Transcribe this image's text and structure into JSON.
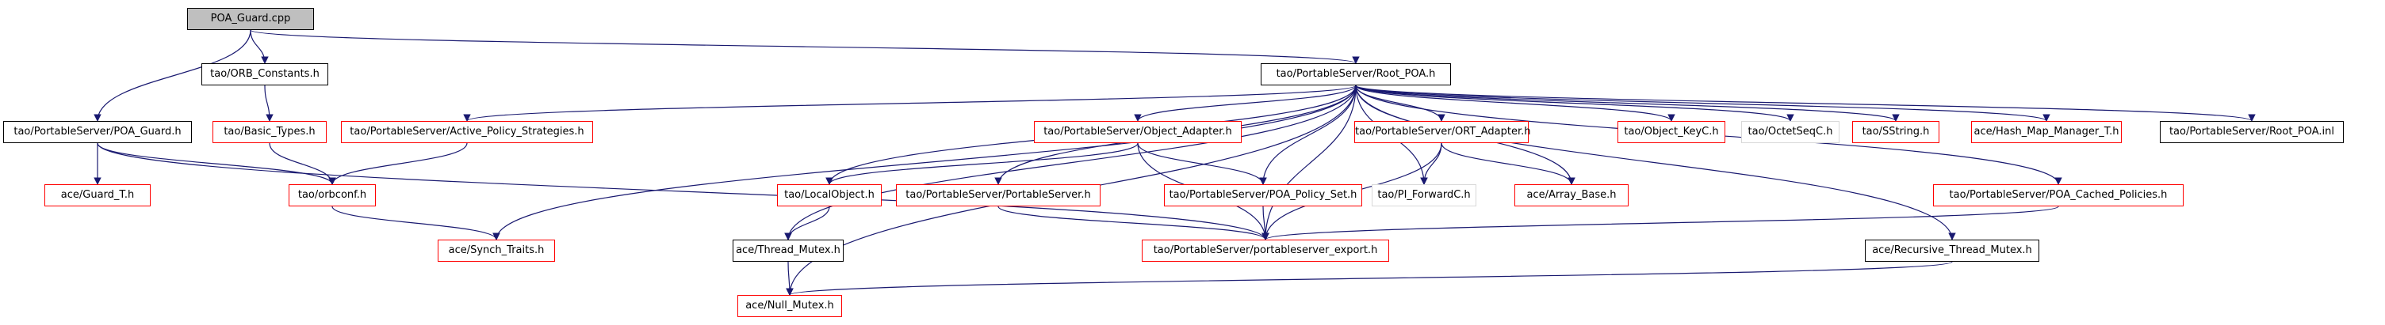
{
  "diagram": {
    "nodes": [
      {
        "id": "poa_guard_cpp",
        "label": "POA_Guard.cpp",
        "kind": "root"
      },
      {
        "id": "orb_constants",
        "label": "tao/ORB_Constants.h",
        "kind": "black"
      },
      {
        "id": "root_poa_h",
        "label": "tao/PortableServer/Root_POA.h",
        "kind": "black"
      },
      {
        "id": "poa_guard_h",
        "label": "tao/PortableServer/POA_Guard.h",
        "kind": "black"
      },
      {
        "id": "basic_types",
        "label": "tao/Basic_Types.h",
        "kind": "red"
      },
      {
        "id": "active_policy",
        "label": "tao/PortableServer/Active_Policy_Strategies.h",
        "kind": "red"
      },
      {
        "id": "object_adapter",
        "label": "tao/PortableServer/Object_Adapter.h",
        "kind": "red"
      },
      {
        "id": "ort_adapter",
        "label": "tao/PortableServer/ORT_Adapter.h",
        "kind": "red"
      },
      {
        "id": "object_keyc",
        "label": "tao/Object_KeyC.h",
        "kind": "red"
      },
      {
        "id": "octetseqc",
        "label": "tao/OctetSeqC.h",
        "kind": "none"
      },
      {
        "id": "sstring",
        "label": "tao/SString.h",
        "kind": "red"
      },
      {
        "id": "hash_map",
        "label": "ace/Hash_Map_Manager_T.h",
        "kind": "red"
      },
      {
        "id": "root_poa_inl",
        "label": "tao/PortableServer/Root_POA.inl",
        "kind": "black"
      },
      {
        "id": "guard_t",
        "label": "ace/Guard_T.h",
        "kind": "red"
      },
      {
        "id": "orbconf",
        "label": "tao/orbconf.h",
        "kind": "red"
      },
      {
        "id": "localobject",
        "label": "tao/LocalObject.h",
        "kind": "red"
      },
      {
        "id": "portableserver_h",
        "label": "tao/PortableServer/PortableServer.h",
        "kind": "red"
      },
      {
        "id": "poa_policy_set",
        "label": "tao/PortableServer/POA_Policy_Set.h",
        "kind": "red"
      },
      {
        "id": "pi_forwardc",
        "label": "tao/PI_ForwardC.h",
        "kind": "none"
      },
      {
        "id": "array_base",
        "label": "ace/Array_Base.h",
        "kind": "red"
      },
      {
        "id": "poa_cached_policies",
        "label": "tao/PortableServer/POA_Cached_Policies.h",
        "kind": "red"
      },
      {
        "id": "synch_traits",
        "label": "ace/Synch_Traits.h",
        "kind": "red"
      },
      {
        "id": "thread_mutex",
        "label": "ace/Thread_Mutex.h",
        "kind": "black"
      },
      {
        "id": "ps_export",
        "label": "tao/PortableServer/portableserver_export.h",
        "kind": "red"
      },
      {
        "id": "recursive_thread_mutex",
        "label": "ace/Recursive_Thread_Mutex.h",
        "kind": "black"
      },
      {
        "id": "null_mutex",
        "label": "ace/Null_Mutex.h",
        "kind": "red"
      }
    ],
    "edges": [
      [
        "poa_guard_cpp",
        "orb_constants"
      ],
      [
        "poa_guard_cpp",
        "root_poa_h"
      ],
      [
        "poa_guard_cpp",
        "poa_guard_h"
      ],
      [
        "orb_constants",
        "basic_types"
      ],
      [
        "basic_types",
        "orbconf"
      ],
      [
        "poa_guard_h",
        "guard_t"
      ],
      [
        "poa_guard_h",
        "orbconf"
      ],
      [
        "poa_guard_h",
        "ps_export"
      ],
      [
        "orbconf",
        "synch_traits"
      ],
      [
        "root_poa_h",
        "active_policy"
      ],
      [
        "root_poa_h",
        "synch_traits"
      ],
      [
        "root_poa_h",
        "null_mutex"
      ],
      [
        "root_poa_h",
        "thread_mutex"
      ],
      [
        "root_poa_h",
        "localobject"
      ],
      [
        "root_poa_h",
        "portableserver_h"
      ],
      [
        "root_poa_h",
        "object_adapter"
      ],
      [
        "root_poa_h",
        "poa_policy_set"
      ],
      [
        "root_poa_h",
        "pi_forwardc"
      ],
      [
        "root_poa_h",
        "ort_adapter"
      ],
      [
        "root_poa_h",
        "array_base"
      ],
      [
        "root_poa_h",
        "ps_export"
      ],
      [
        "root_poa_h",
        "object_keyc"
      ],
      [
        "root_poa_h",
        "octetseqc"
      ],
      [
        "root_poa_h",
        "sstring"
      ],
      [
        "root_poa_h",
        "hash_map"
      ],
      [
        "root_poa_h",
        "root_poa_inl"
      ],
      [
        "root_poa_h",
        "poa_cached_policies"
      ],
      [
        "root_poa_h",
        "recursive_thread_mutex"
      ],
      [
        "active_policy",
        "orbconf"
      ],
      [
        "object_adapter",
        "localobject"
      ],
      [
        "object_adapter",
        "poa_policy_set"
      ],
      [
        "object_adapter",
        "ps_export"
      ],
      [
        "ort_adapter",
        "pi_forwardc"
      ],
      [
        "ort_adapter",
        "array_base"
      ],
      [
        "ort_adapter",
        "ps_export"
      ],
      [
        "localobject",
        "thread_mutex"
      ],
      [
        "portableserver_h",
        "ps_export"
      ],
      [
        "poa_policy_set",
        "ps_export"
      ],
      [
        "poa_cached_policies",
        "ps_export"
      ],
      [
        "thread_mutex",
        "null_mutex"
      ],
      [
        "recursive_thread_mutex",
        "null_mutex"
      ]
    ],
    "colors": {
      "edge": "#191970",
      "root_fill": "#bfbfbf",
      "red_border": "#ff0000",
      "black_border": "#000000",
      "grey_border": "#d8d8d8"
    }
  }
}
